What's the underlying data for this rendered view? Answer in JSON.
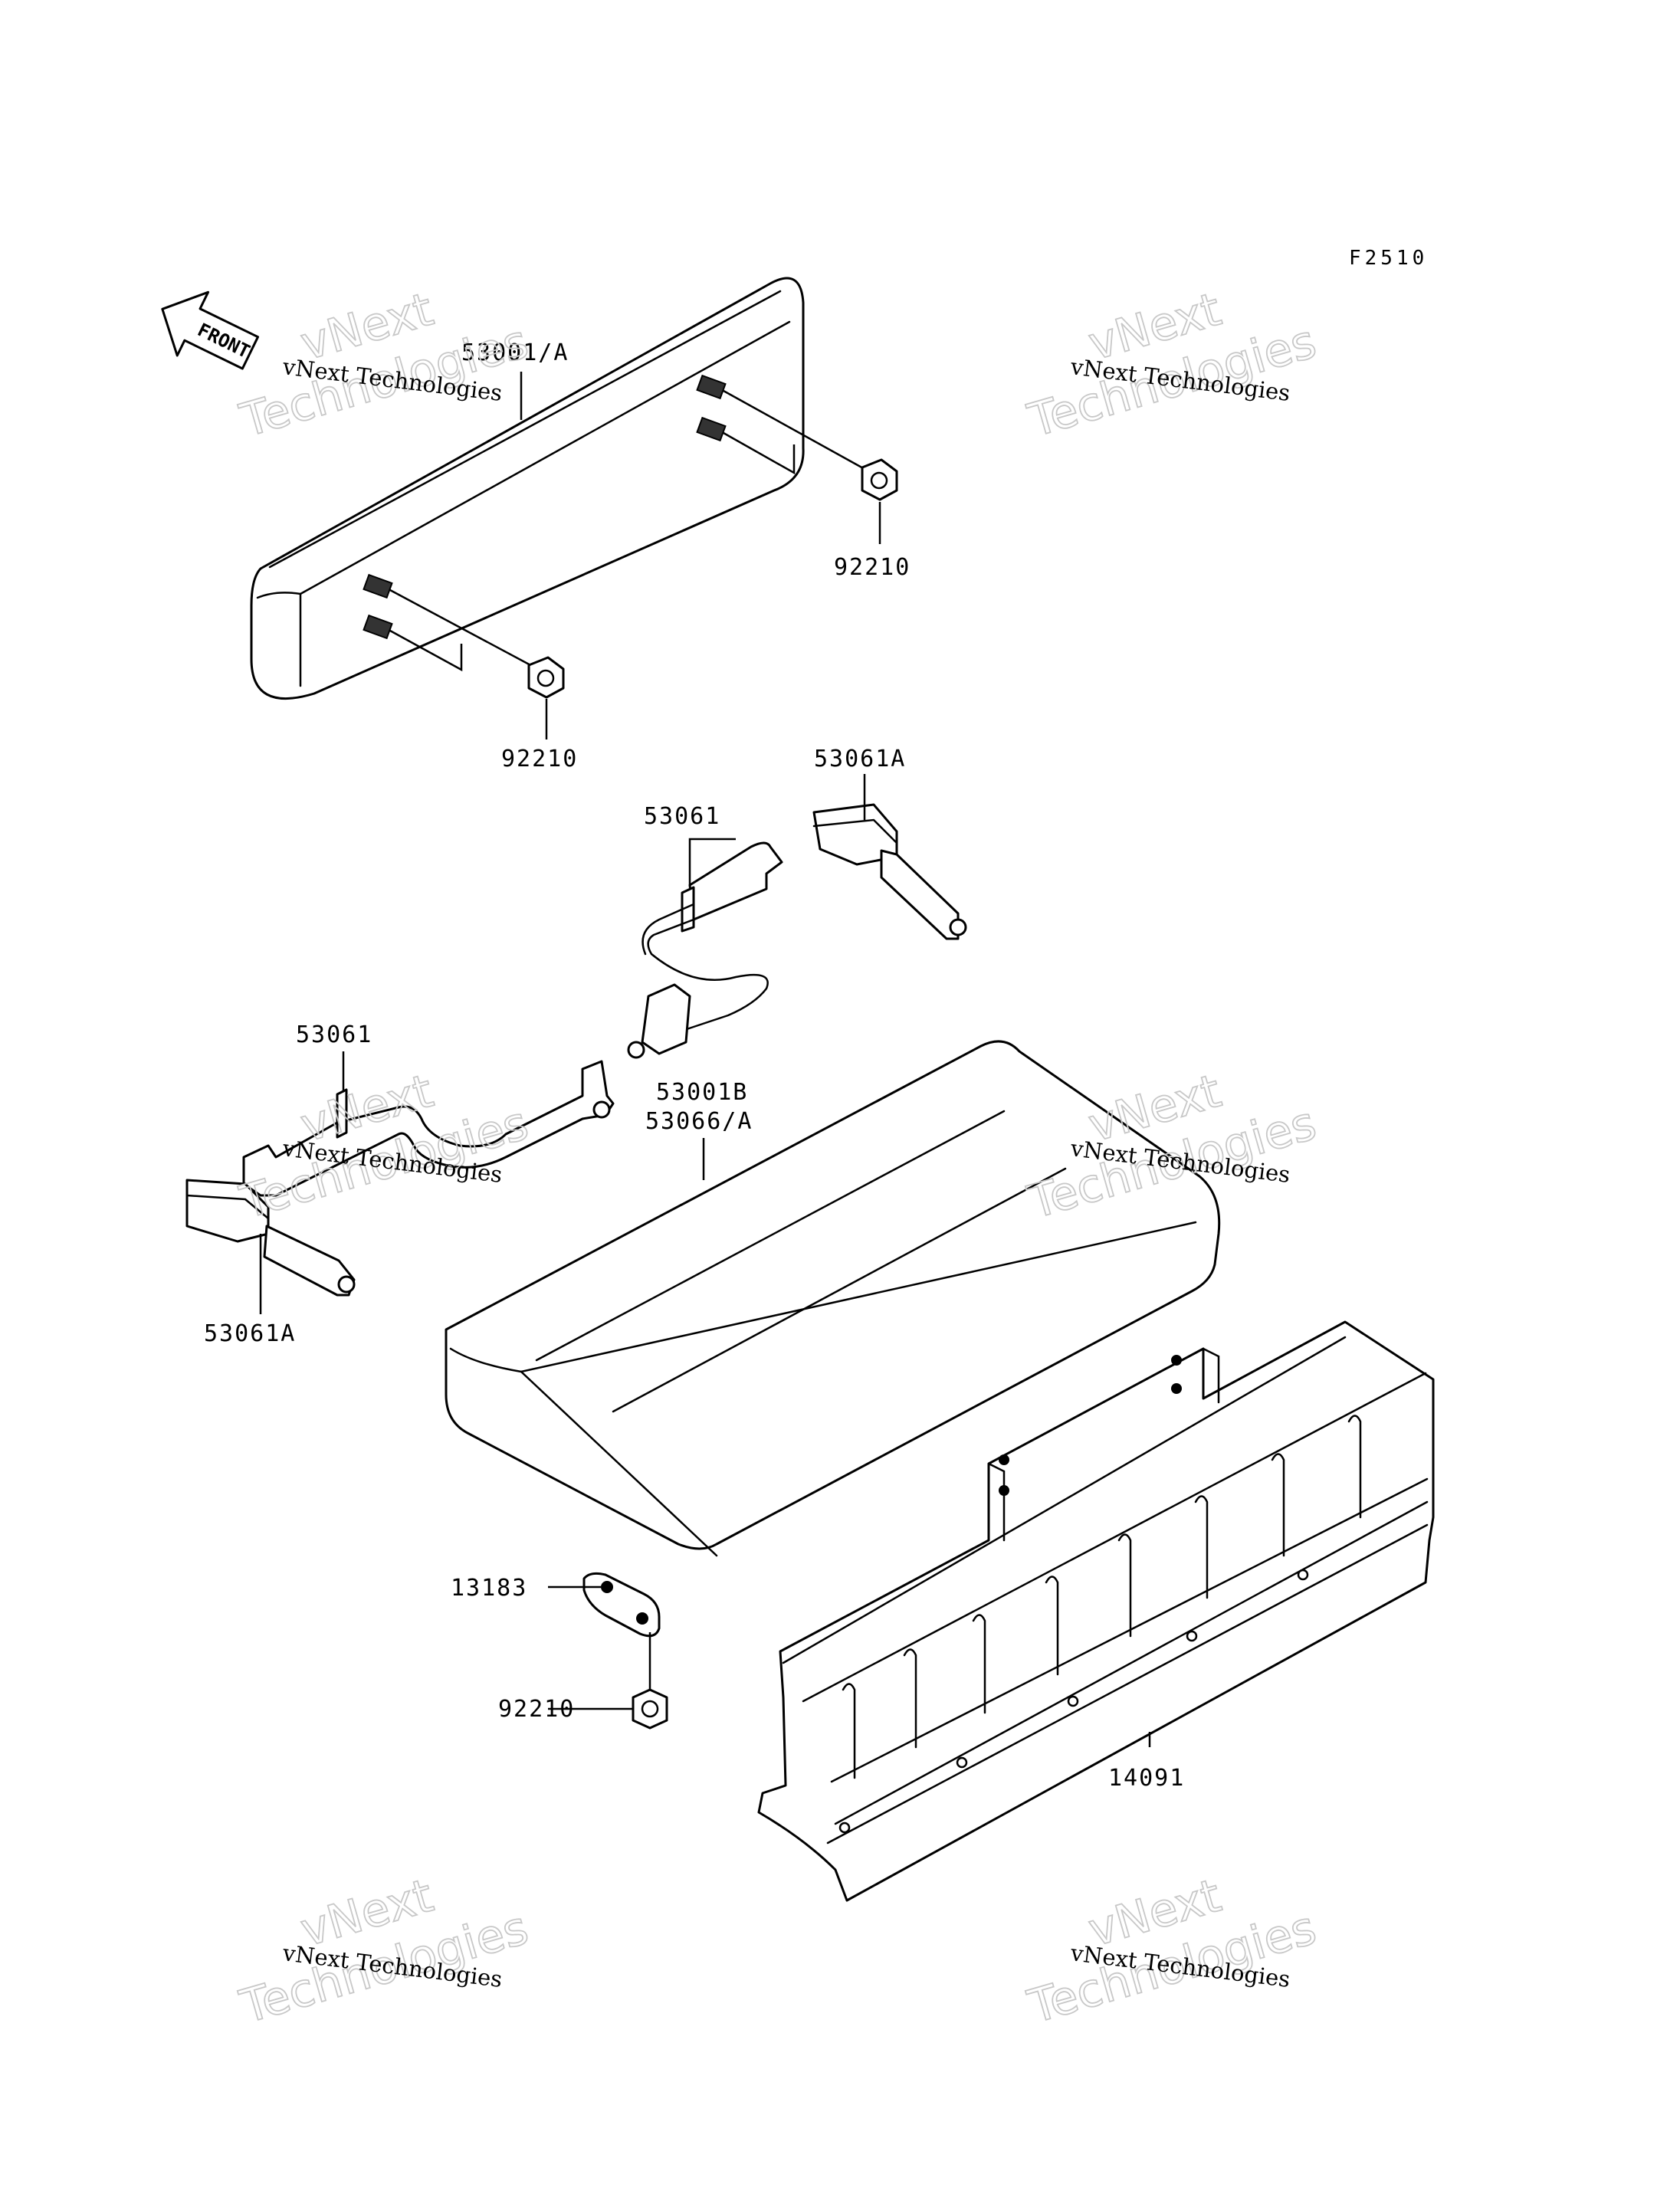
{
  "figure_code": "F2510",
  "front_label": "FRONT",
  "callouts": [
    {
      "id": "lid",
      "text": "53001/A"
    },
    {
      "id": "nut-top-right",
      "text": "92210"
    },
    {
      "id": "nut-top-left",
      "text": "92210"
    },
    {
      "id": "strap-right-end",
      "text": "53061A"
    },
    {
      "id": "strap-right",
      "text": "53061"
    },
    {
      "id": "strap-left",
      "text": "53061"
    },
    {
      "id": "seat-line1",
      "text": "53001B"
    },
    {
      "id": "seat-line2",
      "text": "53066/A"
    },
    {
      "id": "strap-left-end",
      "text": "53061A"
    },
    {
      "id": "bracket",
      "text": "13183"
    },
    {
      "id": "nut-bottom",
      "text": "92210"
    },
    {
      "id": "guard",
      "text": "14091"
    }
  ],
  "watermark": {
    "brand": "vNext Technologies",
    "big_line1": "vNext",
    "big_line2": "Technologies"
  }
}
